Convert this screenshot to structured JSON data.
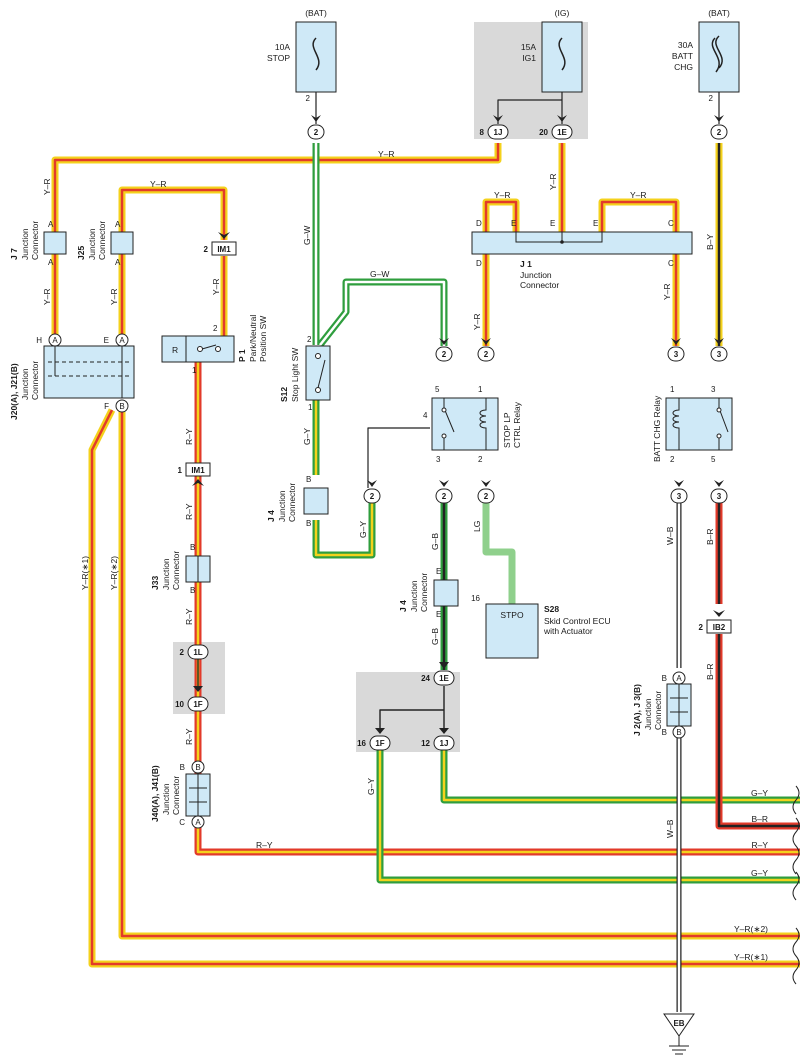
{
  "sources": {
    "stop_bat": "(BAT)",
    "stop_fuse": "10A\nSTOP",
    "ig": "(IG)",
    "ig_fuse": "15A\nIG1",
    "batt_bat": "(BAT)",
    "batt_fuse": "30A\nBATT\nCHG"
  },
  "components": {
    "j7": {
      "id": "J 7",
      "name": "Junction\nConnector"
    },
    "j25": {
      "id": "J25",
      "name": "Junction\nConnector"
    },
    "j20": {
      "id": "J20(A), J21(B)",
      "name": "Junction\nConnector"
    },
    "p1": {
      "id": "P 1",
      "name": "Park/Neutral\nPosition SW",
      "inner": "R"
    },
    "j33": {
      "id": "J33",
      "name": "Junction\nConnector"
    },
    "j40": {
      "id": "J40(A), J41(B)",
      "name": "Junction\nConnector"
    },
    "s12": {
      "id": "S12",
      "name": "Stop Light SW"
    },
    "j4a": {
      "id": "J 4",
      "name": "Junction\nConnector"
    },
    "j4b": {
      "id": "J 4",
      "name": "Junction\nConnector"
    },
    "j1": {
      "id": "J 1",
      "name": "Junction\nConnector"
    },
    "stoplp": {
      "name": "STOP LP\nCTRL Relay"
    },
    "s28": {
      "id": "S28",
      "name": "Skid Control ECU\nwith Actuator",
      "inner": "STPO"
    },
    "battrelay": {
      "name": "BATT CHG Relay"
    },
    "j2": {
      "id": "J 2(A), J 3(B)",
      "name": "Junction\nConnector"
    },
    "ground": "EB"
  },
  "connectors": {
    "im1_top": "IM1",
    "im1_bot": "IM1",
    "c1l": "1L",
    "c1f": "1F",
    "c1j_top": "1J",
    "c1e_top": "1E",
    "c1e_mid": "1E",
    "c1f_mid": "1F",
    "c1j_mid": "1J",
    "ib2": "IB2",
    "pin2": "2",
    "pin3": "3"
  },
  "wires": {
    "yr": "Y–R",
    "gw": "G–W",
    "gy": "G–Y",
    "ry": "R–Y",
    "gb": "G–B",
    "lg": "LG",
    "by": "B–Y",
    "wb": "W–B",
    "br": "B–R",
    "yr1": "Y–R(∗1)",
    "yr2": "Y–R(∗2)"
  },
  "outputs": [
    "G–Y",
    "B–R",
    "R–Y",
    "G–Y",
    "Y–R(∗2)",
    "Y–R(∗1)"
  ],
  "colors": {
    "yellow": "#f4d21c",
    "red": "#e23a2a",
    "green": "#2f9e3e",
    "lightgreen": "#8fd08c",
    "black": "#222222",
    "white": "#ffffff",
    "compfill": "#cfe9f7",
    "shade": "#d9d9d9"
  }
}
